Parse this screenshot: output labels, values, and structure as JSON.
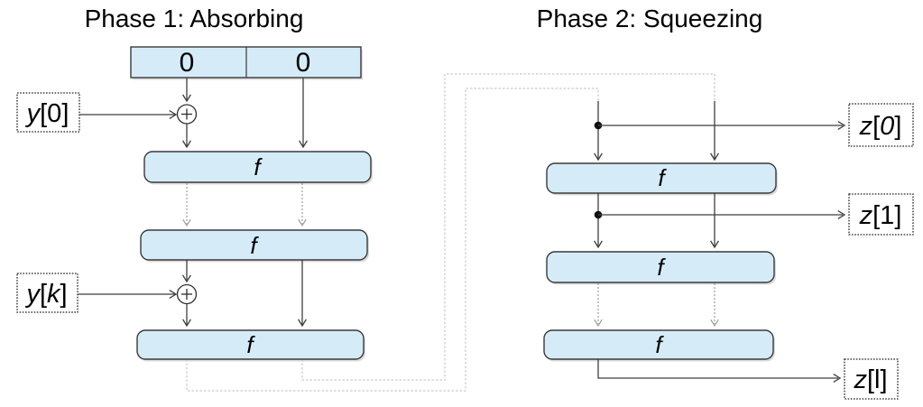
{
  "phase1": {
    "title": "Phase 1: Absorbing"
  },
  "phase2": {
    "title": "Phase 2: Squeezing"
  },
  "register": {
    "cell0": "0",
    "cell1": "0"
  },
  "f_label": "f",
  "io_labels": {
    "y0": {
      "var": "y",
      "open": "[",
      "idx": "0",
      "close": "]"
    },
    "yk": {
      "var": "y",
      "open": "[",
      "idx": "k",
      "close": "]"
    },
    "z0": {
      "var": "z",
      "open": "[",
      "idx": "0",
      "close": "]"
    },
    "z1": {
      "var": "z",
      "open": "[",
      "idx": "1",
      "close": "]"
    },
    "zl": {
      "var": "z",
      "open": "[",
      "idx": "l",
      "close": "]"
    }
  },
  "colors": {
    "box_fill": "#d5ecf8",
    "box_stroke": "#3a3a3a",
    "arrow": "#3f3f3f",
    "dashed_arrow": "#949494",
    "connector": "#c9c9c9",
    "dot": "#111111"
  }
}
